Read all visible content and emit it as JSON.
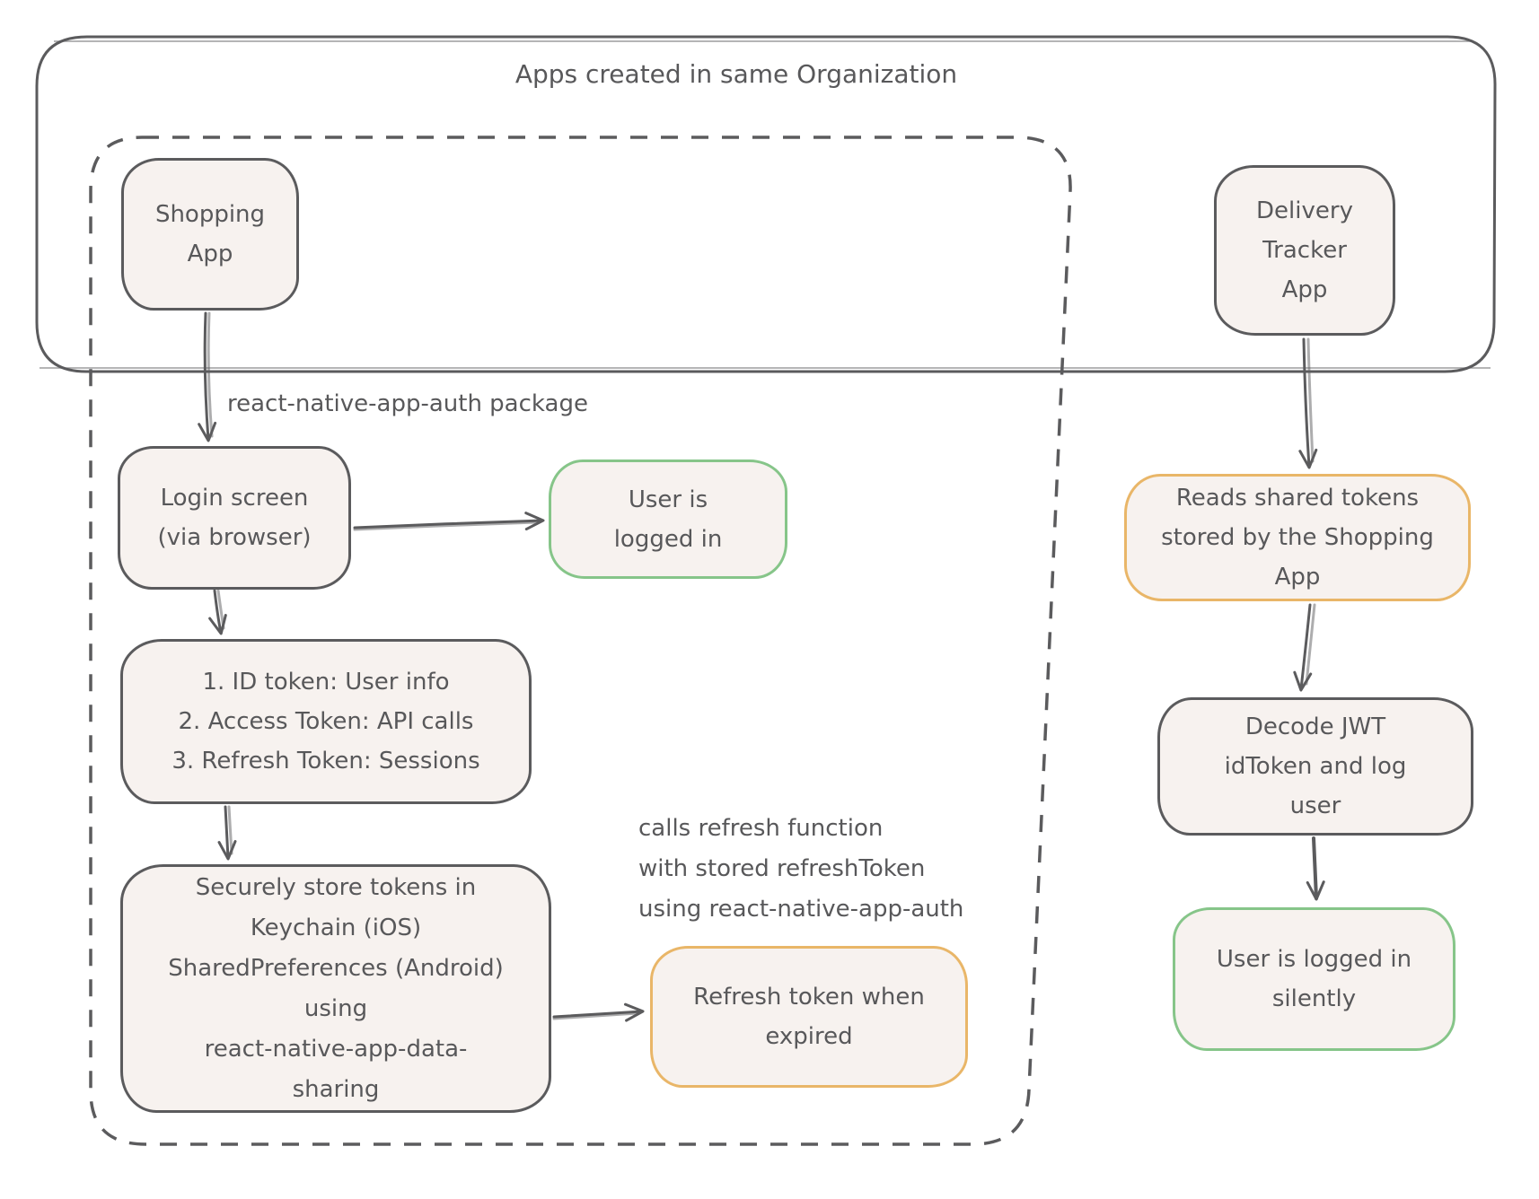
{
  "diagram": {
    "title": "Apps created in same Organization",
    "nodes": {
      "shopping_app": {
        "label": "Shopping\nApp",
        "style": "gray"
      },
      "delivery_tracker": {
        "label": "Delivery\nTracker\nApp",
        "style": "gray"
      },
      "login_screen": {
        "label": "Login screen\n(via browser)",
        "style": "gray"
      },
      "user_logged_in": {
        "label": "User is\nlogged in",
        "style": "green"
      },
      "tokens": {
        "label": "1. ID token: User info\n2. Access Token: API calls\n3. Refresh Token: Sessions",
        "style": "gray"
      },
      "secure_store": {
        "label": "Securely store tokens in\nKeychain (iOS)\nSharedPreferences (Android)\nusing\nreact-native-app-data-\nsharing",
        "style": "gray"
      },
      "refresh_expired": {
        "label": "Refresh token when\nexpired",
        "style": "orange"
      },
      "reads_shared": {
        "label": "Reads shared tokens\nstored by the Shopping\nApp",
        "style": "orange"
      },
      "decode_jwt": {
        "label": "Decode JWT\nidToken and log\nuser",
        "style": "gray"
      },
      "silent_login": {
        "label": "User is logged in\nsilently",
        "style": "green"
      }
    },
    "edge_labels": {
      "auth_package": "react-native-app-auth package",
      "refresh_note": "calls refresh function\nwith stored refreshToken\nusing react-native-app-auth"
    },
    "colors": {
      "stroke_gray": "#5b5b5d",
      "node_fill": "#f7f2ef",
      "accent_green": "#86c589",
      "accent_orange": "#e9b668",
      "text": "#58585a",
      "background": "#ffffff"
    }
  }
}
